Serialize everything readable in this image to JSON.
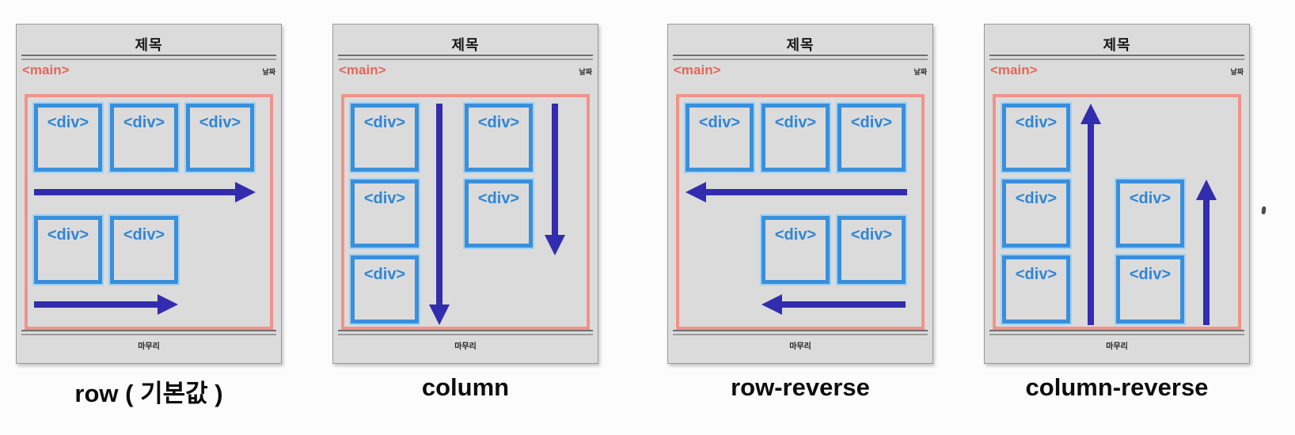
{
  "shared": {
    "title": "제목",
    "main_tag": "<main>",
    "date_label": "날짜",
    "footer": "마무리",
    "div_label": "<div>"
  },
  "cards": [
    {
      "name": "row",
      "label": "row ( 기본값 )"
    },
    {
      "name": "column",
      "label": "column"
    },
    {
      "name": "row-reverse",
      "label": "row-reverse"
    },
    {
      "name": "column-reverse",
      "label": "column-reverse"
    }
  ],
  "colors": {
    "card_background": "#dbdbdb",
    "main_border_salmon": "#f0938a",
    "main_tag_text": "#e2685b",
    "div_border_blue": "#3a8fdc",
    "div_glow_blue": "#a3d0f0",
    "div_text_blue": "#2f86d6",
    "arrow_navy": "#322cae",
    "label_text": "#0d0d0d"
  }
}
